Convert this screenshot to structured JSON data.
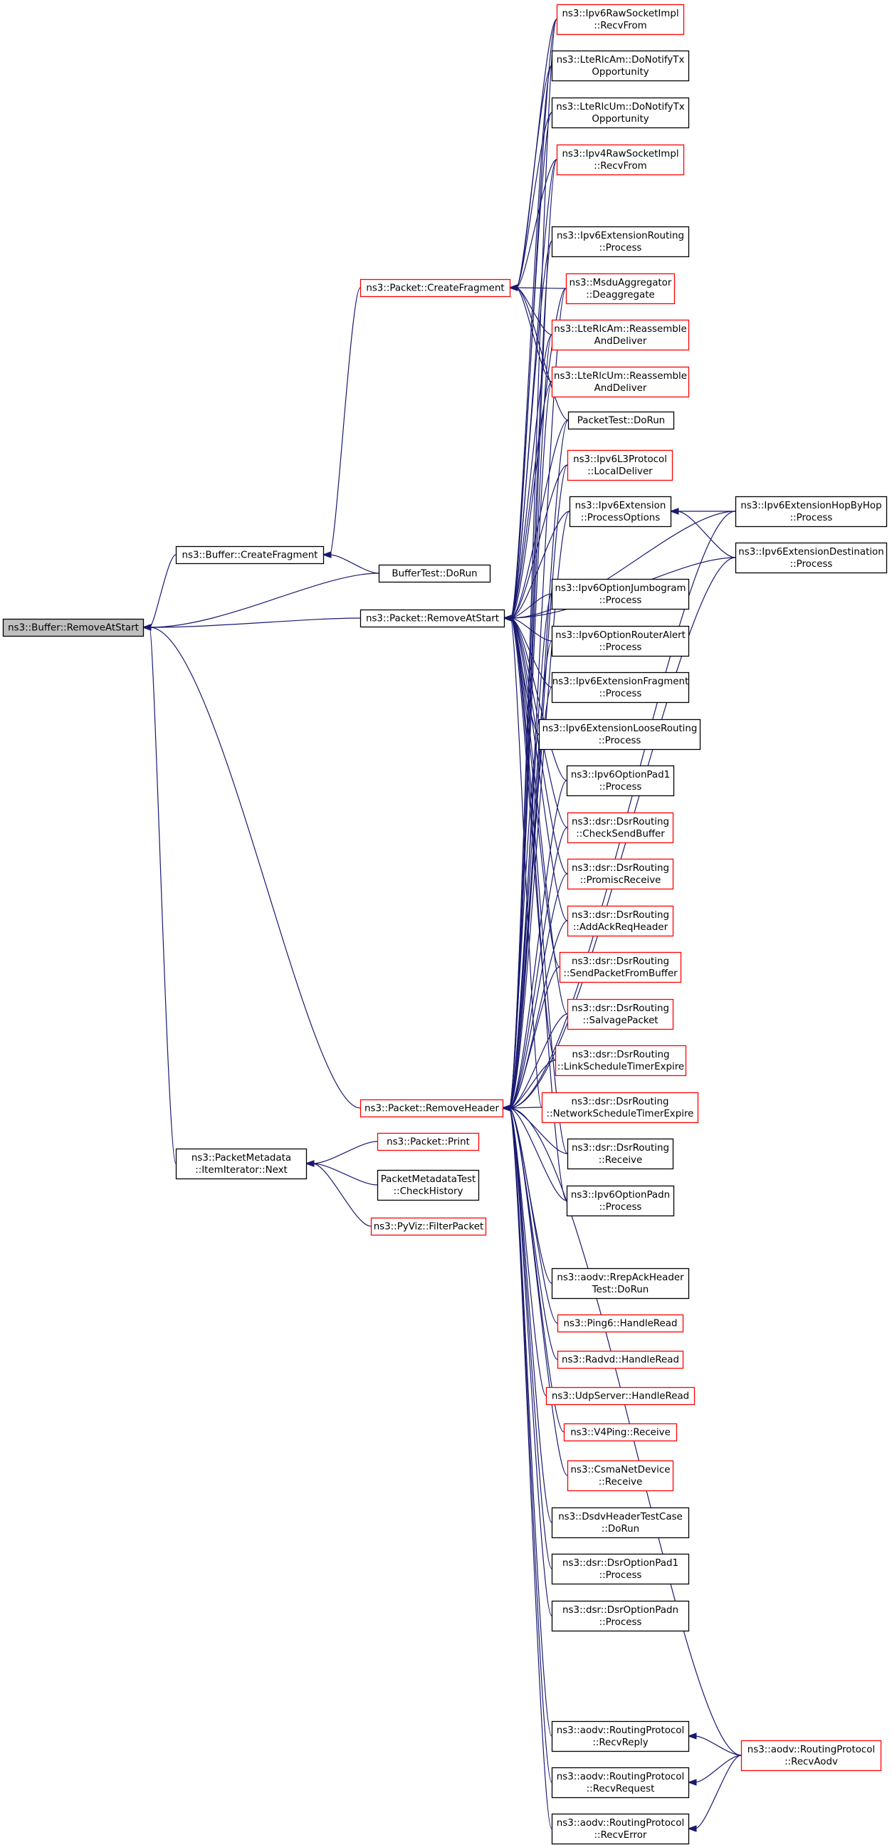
{
  "colors": {
    "edge": "#191970",
    "border_default": "#000000",
    "border_highlight": "#ff0000",
    "fill_default": "#ffffff",
    "fill_root": "#bfbfbf"
  },
  "nodes": [
    {
      "id": "buffer-removeatstart",
      "lines": [
        "ns3::Buffer::RemoveAtStart"
      ],
      "style": "root"
    },
    {
      "id": "buffer-createfragment",
      "lines": [
        "ns3::Buffer::CreateFragment"
      ],
      "style": "black"
    },
    {
      "id": "packetmetadata-next",
      "lines": [
        "ns3::PacketMetadata",
        "::ItemIterator::Next"
      ],
      "style": "black"
    },
    {
      "id": "packet-createfragment",
      "lines": [
        "ns3::Packet::CreateFragment"
      ],
      "style": "red"
    },
    {
      "id": "buffertest-dorun",
      "lines": [
        "BufferTest::DoRun"
      ],
      "style": "black"
    },
    {
      "id": "packet-removeatstart",
      "lines": [
        "ns3::Packet::RemoveAtStart"
      ],
      "style": "black"
    },
    {
      "id": "packet-removeheader",
      "lines": [
        "ns3::Packet::RemoveHeader"
      ],
      "style": "red"
    },
    {
      "id": "packet-print",
      "lines": [
        "ns3::Packet::Print"
      ],
      "style": "red"
    },
    {
      "id": "packetmetadatatest-checkhistory",
      "lines": [
        "PacketMetadataTest",
        "::CheckHistory"
      ],
      "style": "black"
    },
    {
      "id": "pyviz-filterpacket",
      "lines": [
        "ns3::PyViz::FilterPacket"
      ],
      "style": "red"
    },
    {
      "id": "ipv6rawsocketimpl-recvfrom",
      "lines": [
        "ns3::Ipv6RawSocketImpl",
        "::RecvFrom"
      ],
      "style": "red"
    },
    {
      "id": "lterlcam-donotifytxopportunity",
      "lines": [
        "ns3::LteRlcAm::DoNotifyTx",
        "Opportunity"
      ],
      "style": "black"
    },
    {
      "id": "lterlcum-donotifytxopportunity",
      "lines": [
        "ns3::LteRlcUm::DoNotifyTx",
        "Opportunity"
      ],
      "style": "black"
    },
    {
      "id": "ipv4rawsocketimpl-recvfrom",
      "lines": [
        "ns3::Ipv4RawSocketImpl",
        "::RecvFrom"
      ],
      "style": "red"
    },
    {
      "id": "ipv6extensionrouting-process",
      "lines": [
        "ns3::Ipv6ExtensionRouting",
        "::Process"
      ],
      "style": "black"
    },
    {
      "id": "msduaggregator-deaggregate",
      "lines": [
        "ns3::MsduAggregator",
        "::Deaggregate"
      ],
      "style": "red"
    },
    {
      "id": "lterlcam-reassembleanddeliver",
      "lines": [
        "ns3::LteRlcAm::Reassemble",
        "AndDeliver"
      ],
      "style": "red"
    },
    {
      "id": "lterlcum-reassembleanddeliver",
      "lines": [
        "ns3::LteRlcUm::Reassemble",
        "AndDeliver"
      ],
      "style": "red"
    },
    {
      "id": "packettest-dorun",
      "lines": [
        "PacketTest::DoRun"
      ],
      "style": "black"
    },
    {
      "id": "ipv6l3protocol-localdeliver",
      "lines": [
        "ns3::Ipv6L3Protocol",
        "::LocalDeliver"
      ],
      "style": "red"
    },
    {
      "id": "ipv6extension-processoptions",
      "lines": [
        "ns3::Ipv6Extension",
        "::ProcessOptions"
      ],
      "style": "black"
    },
    {
      "id": "ipv6optionjumbogram-process",
      "lines": [
        "ns3::Ipv6OptionJumbogram",
        "::Process"
      ],
      "style": "black"
    },
    {
      "id": "ipv6optionrouteralert-process",
      "lines": [
        "ns3::Ipv6OptionRouterAlert",
        "::Process"
      ],
      "style": "black"
    },
    {
      "id": "ipv6extensionfragment-process",
      "lines": [
        "ns3::Ipv6ExtensionFragment",
        "::Process"
      ],
      "style": "black"
    },
    {
      "id": "ipv6extensionlooserouting-process",
      "lines": [
        "ns3::Ipv6ExtensionLooseRouting",
        "::Process"
      ],
      "style": "black"
    },
    {
      "id": "ipv6optionpad1-process",
      "lines": [
        "ns3::Ipv6OptionPad1",
        "::Process"
      ],
      "style": "black"
    },
    {
      "id": "dsrrouting-checksendbuffer",
      "lines": [
        "ns3::dsr::DsrRouting",
        "::CheckSendBuffer"
      ],
      "style": "red"
    },
    {
      "id": "dsrrouting-promiscreceive",
      "lines": [
        "ns3::dsr::DsrRouting",
        "::PromiscReceive"
      ],
      "style": "red"
    },
    {
      "id": "dsrrouting-addackreqheader",
      "lines": [
        "ns3::dsr::DsrRouting",
        "::AddAckReqHeader"
      ],
      "style": "red"
    },
    {
      "id": "dsrrouting-sendpacketfrombuffer",
      "lines": [
        "ns3::dsr::DsrRouting",
        "::SendPacketFromBuffer"
      ],
      "style": "red"
    },
    {
      "id": "dsrrouting-salvagepacket",
      "lines": [
        "ns3::dsr::DsrRouting",
        "::SalvagePacket"
      ],
      "style": "red"
    },
    {
      "id": "dsrrouting-linkscheduletimerexpire",
      "lines": [
        "ns3::dsr::DsrRouting",
        "::LinkScheduleTimerExpire"
      ],
      "style": "red"
    },
    {
      "id": "dsrrouting-networkscheduletimerexpire",
      "lines": [
        "ns3::dsr::DsrRouting",
        "::NetworkScheduleTimerExpire"
      ],
      "style": "red"
    },
    {
      "id": "dsrrouting-receive",
      "lines": [
        "ns3::dsr::DsrRouting",
        "::Receive"
      ],
      "style": "black"
    },
    {
      "id": "ipv6optionpadn-process",
      "lines": [
        "ns3::Ipv6OptionPadn",
        "::Process"
      ],
      "style": "black"
    },
    {
      "id": "aodv-rrepackheadertest-dorun",
      "lines": [
        "ns3::aodv::RrepAckHeader",
        "Test::DoRun"
      ],
      "style": "black"
    },
    {
      "id": "ping6-handleread",
      "lines": [
        "ns3::Ping6::HandleRead"
      ],
      "style": "red"
    },
    {
      "id": "radvd-handleread",
      "lines": [
        "ns3::Radvd::HandleRead"
      ],
      "style": "red"
    },
    {
      "id": "udpserver-handleread",
      "lines": [
        "ns3::UdpServer::HandleRead"
      ],
      "style": "red"
    },
    {
      "id": "v4ping-receive",
      "lines": [
        "ns3::V4Ping::Receive"
      ],
      "style": "red"
    },
    {
      "id": "csmanetdevice-receive",
      "lines": [
        "ns3::CsmaNetDevice",
        "::Receive"
      ],
      "style": "red"
    },
    {
      "id": "dsdvheadertestcase-dorun",
      "lines": [
        "ns3::DsdvHeaderTestCase",
        "::DoRun"
      ],
      "style": "black"
    },
    {
      "id": "dsroptionpad1-process",
      "lines": [
        "ns3::dsr::DsrOptionPad1",
        "::Process"
      ],
      "style": "black"
    },
    {
      "id": "dsroptionpadn-process",
      "lines": [
        "ns3::dsr::DsrOptionPadn",
        "::Process"
      ],
      "style": "black"
    },
    {
      "id": "aodv-routingprotocol-recvreply",
      "lines": [
        "ns3::aodv::RoutingProtocol",
        "::RecvReply"
      ],
      "style": "black"
    },
    {
      "id": "aodv-routingprotocol-recvrequest",
      "lines": [
        "ns3::aodv::RoutingProtocol",
        "::RecvRequest"
      ],
      "style": "black"
    },
    {
      "id": "aodv-routingprotocol-recverror",
      "lines": [
        "ns3::aodv::RoutingProtocol",
        "::RecvError"
      ],
      "style": "black"
    },
    {
      "id": "ipv6extensionhopbyhop-process",
      "lines": [
        "ns3::Ipv6ExtensionHopByHop",
        "::Process"
      ],
      "style": "black"
    },
    {
      "id": "ipv6extensiondestination-process",
      "lines": [
        "ns3::Ipv6ExtensionDestination",
        "::Process"
      ],
      "style": "black"
    },
    {
      "id": "aodv-routingprotocol-recvaodv",
      "lines": [
        "ns3::aodv::RoutingProtocol",
        "::RecvAodv"
      ],
      "style": "red"
    }
  ],
  "edges": [
    [
      "buffer-createfragment",
      "buffer-removeatstart"
    ],
    [
      "buffertest-dorun",
      "buffer-removeatstart"
    ],
    [
      "packet-removeatstart",
      "buffer-removeatstart"
    ],
    [
      "packet-removeheader",
      "buffer-removeatstart"
    ],
    [
      "packetmetadata-next",
      "buffer-removeatstart"
    ],
    [
      "packet-createfragment",
      "buffer-createfragment"
    ],
    [
      "buffertest-dorun",
      "buffer-createfragment"
    ],
    [
      "ipv6rawsocketimpl-recvfrom",
      "packet-createfragment"
    ],
    [
      "lterlcam-donotifytxopportunity",
      "packet-createfragment"
    ],
    [
      "lterlcum-donotifytxopportunity",
      "packet-createfragment"
    ],
    [
      "ipv4rawsocketimpl-recvfrom",
      "packet-createfragment"
    ],
    [
      "msduaggregator-deaggregate",
      "packet-createfragment"
    ],
    [
      "lterlcam-reassembleanddeliver",
      "packet-createfragment"
    ],
    [
      "lterlcum-reassembleanddeliver",
      "packet-createfragment"
    ],
    [
      "packettest-dorun",
      "packet-createfragment"
    ],
    [
      "ipv6rawsocketimpl-recvfrom",
      "packet-removeatstart"
    ],
    [
      "lterlcam-donotifytxopportunity",
      "packet-removeatstart"
    ],
    [
      "lterlcum-donotifytxopportunity",
      "packet-removeatstart"
    ],
    [
      "ipv4rawsocketimpl-recvfrom",
      "packet-removeatstart"
    ],
    [
      "ipv6extensionrouting-process",
      "packet-removeatstart"
    ],
    [
      "msduaggregator-deaggregate",
      "packet-removeatstart"
    ],
    [
      "lterlcam-reassembleanddeliver",
      "packet-removeatstart"
    ],
    [
      "lterlcum-reassembleanddeliver",
      "packet-removeatstart"
    ],
    [
      "packettest-dorun",
      "packet-removeatstart"
    ],
    [
      "ipv6l3protocol-localdeliver",
      "packet-removeatstart"
    ],
    [
      "ipv6extension-processoptions",
      "packet-removeatstart"
    ],
    [
      "ipv6extensionhopbyhop-process",
      "packet-removeatstart"
    ],
    [
      "ipv6extensiondestination-process",
      "packet-removeatstart"
    ],
    [
      "ipv6optionjumbogram-process",
      "packet-removeatstart"
    ],
    [
      "ipv6optionrouteralert-process",
      "packet-removeatstart"
    ],
    [
      "ipv6extensionfragment-process",
      "packet-removeatstart"
    ],
    [
      "ipv6extensionlooserouting-process",
      "packet-removeatstart"
    ],
    [
      "ipv6optionpad1-process",
      "packet-removeatstart"
    ],
    [
      "dsrrouting-checksendbuffer",
      "packet-removeatstart"
    ],
    [
      "dsrrouting-promiscreceive",
      "packet-removeatstart"
    ],
    [
      "dsrrouting-addackreqheader",
      "packet-removeatstart"
    ],
    [
      "dsrrouting-sendpacketfrombuffer",
      "packet-removeatstart"
    ],
    [
      "dsrrouting-salvagepacket",
      "packet-removeatstart"
    ],
    [
      "dsrrouting-linkscheduletimerexpire",
      "packet-removeatstart"
    ],
    [
      "dsrrouting-networkscheduletimerexpire",
      "packet-removeatstart"
    ],
    [
      "dsrrouting-receive",
      "packet-removeatstart"
    ],
    [
      "ipv6optionpadn-process",
      "packet-removeatstart"
    ],
    [
      "ipv6rawsocketimpl-recvfrom",
      "packet-removeheader"
    ],
    [
      "ipv4rawsocketimpl-recvfrom",
      "packet-removeheader"
    ],
    [
      "ipv6extensionrouting-process",
      "packet-removeheader"
    ],
    [
      "msduaggregator-deaggregate",
      "packet-removeheader"
    ],
    [
      "lterlcam-reassembleanddeliver",
      "packet-removeheader"
    ],
    [
      "lterlcum-reassembleanddeliver",
      "packet-removeheader"
    ],
    [
      "packettest-dorun",
      "packet-removeheader"
    ],
    [
      "ipv6l3protocol-localdeliver",
      "packet-removeheader"
    ],
    [
      "ipv6extension-processoptions",
      "packet-removeheader"
    ],
    [
      "ipv6extensionhopbyhop-process",
      "packet-removeheader"
    ],
    [
      "ipv6extensiondestination-process",
      "packet-removeheader"
    ],
    [
      "ipv6optionjumbogram-process",
      "packet-removeheader"
    ],
    [
      "ipv6optionrouteralert-process",
      "packet-removeheader"
    ],
    [
      "ipv6extensionfragment-process",
      "packet-removeheader"
    ],
    [
      "ipv6extensionlooserouting-process",
      "packet-removeheader"
    ],
    [
      "ipv6optionpad1-process",
      "packet-removeheader"
    ],
    [
      "dsrrouting-checksendbuffer",
      "packet-removeheader"
    ],
    [
      "dsrrouting-promiscreceive",
      "packet-removeheader"
    ],
    [
      "dsrrouting-addackreqheader",
      "packet-removeheader"
    ],
    [
      "dsrrouting-sendpacketfrombuffer",
      "packet-removeheader"
    ],
    [
      "dsrrouting-salvagepacket",
      "packet-removeheader"
    ],
    [
      "dsrrouting-linkscheduletimerexpire",
      "packet-removeheader"
    ],
    [
      "dsrrouting-networkscheduletimerexpire",
      "packet-removeheader"
    ],
    [
      "dsrrouting-receive",
      "packet-removeheader"
    ],
    [
      "ipv6optionpadn-process",
      "packet-removeheader"
    ],
    [
      "aodv-rrepackheadertest-dorun",
      "packet-removeheader"
    ],
    [
      "ping6-handleread",
      "packet-removeheader"
    ],
    [
      "radvd-handleread",
      "packet-removeheader"
    ],
    [
      "udpserver-handleread",
      "packet-removeheader"
    ],
    [
      "v4ping-receive",
      "packet-removeheader"
    ],
    [
      "csmanetdevice-receive",
      "packet-removeheader"
    ],
    [
      "dsdvheadertestcase-dorun",
      "packet-removeheader"
    ],
    [
      "dsroptionpad1-process",
      "packet-removeheader"
    ],
    [
      "dsroptionpadn-process",
      "packet-removeheader"
    ],
    [
      "aodv-routingprotocol-recvreply",
      "packet-removeheader"
    ],
    [
      "aodv-routingprotocol-recvrequest",
      "packet-removeheader"
    ],
    [
      "aodv-routingprotocol-recverror",
      "packet-removeheader"
    ],
    [
      "aodv-routingprotocol-recvaodv",
      "packet-removeheader"
    ],
    [
      "packet-print",
      "packetmetadata-next"
    ],
    [
      "packetmetadatatest-checkhistory",
      "packetmetadata-next"
    ],
    [
      "pyviz-filterpacket",
      "packetmetadata-next"
    ],
    [
      "ipv6extensionhopbyhop-process",
      "ipv6extension-processoptions"
    ],
    [
      "ipv6extensiondestination-process",
      "ipv6extension-processoptions"
    ],
    [
      "aodv-routingprotocol-recvaodv",
      "aodv-routingprotocol-recvreply"
    ],
    [
      "aodv-routingprotocol-recvaodv",
      "aodv-routingprotocol-recvrequest"
    ],
    [
      "aodv-routingprotocol-recvaodv",
      "aodv-routingprotocol-recverror"
    ]
  ]
}
